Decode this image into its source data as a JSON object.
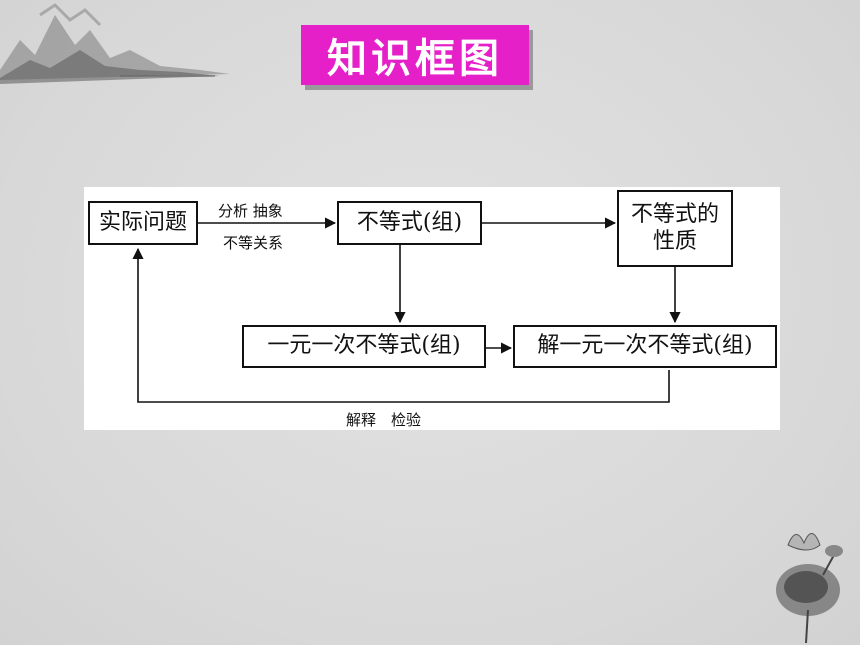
{
  "title": "知识框图",
  "nodes": {
    "practical_problem": "实际问题",
    "inequality_group": "不等式(组)",
    "inequality_properties_line1": "不等式的",
    "inequality_properties_line2": "性质",
    "linear_inequality_group": "一元一次不等式(组)",
    "solve_linear_inequality_group": "解一元一次不等式(组)"
  },
  "edge_labels": {
    "analyze_abstract": "分析 抽象",
    "inequality_relation": "不等关系",
    "explain_check": "解释　检验"
  },
  "colors": {
    "title_background": "#e620c8",
    "title_text": "#ffffff",
    "line": "#111111"
  }
}
